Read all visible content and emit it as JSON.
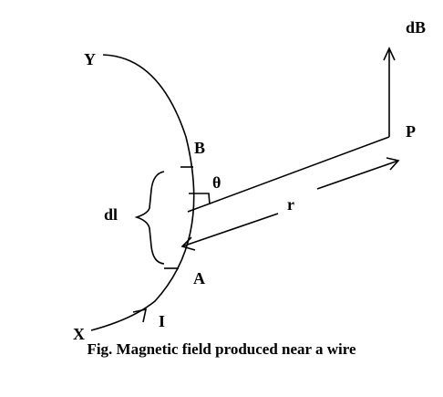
{
  "labels": {
    "point_y": "Y",
    "point_x": "X",
    "point_b": "B",
    "point_a": "A",
    "point_p": "P",
    "current": "I",
    "element": "dl",
    "angle": "θ",
    "distance": "r",
    "field": "dB"
  },
  "caption": "Fig. Magnetic field produced near a wire"
}
